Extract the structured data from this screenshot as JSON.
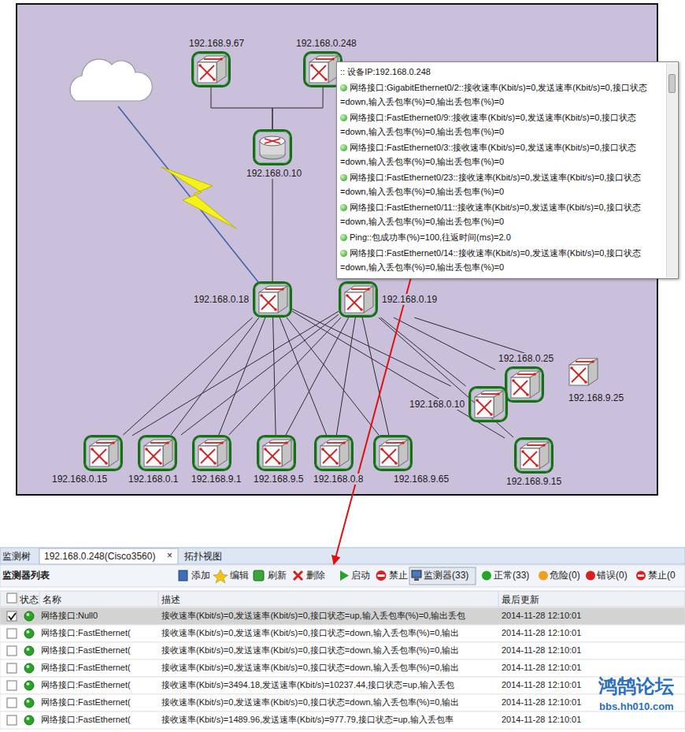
{
  "diagram": {
    "nodes": [
      {
        "text": [
          "192.168.9.67"
        ]
      },
      {
        "text": [
          "192.168.0.248"
        ]
      },
      {
        "text": [
          "192.168.0.10"
        ]
      },
      {
        "text": [
          "192.168.0.18"
        ]
      },
      {
        "text": [
          "192.168.0.19"
        ]
      },
      {
        "text": [
          "192.168.0.25"
        ]
      },
      {
        "text": [
          "192.168.9.25"
        ]
      },
      {
        "text": [
          "192.168.0.10"
        ]
      },
      {
        "text": [
          "192.168.0.15"
        ]
      },
      {
        "text": [
          "192.168.0.1"
        ]
      },
      {
        "text": [
          "192.168.9.1"
        ]
      },
      {
        "text": [
          "192.168.9.5"
        ]
      },
      {
        "text": [
          "192.168.0.8"
        ]
      },
      {
        "text": [
          "192.168.9.65"
        ]
      },
      {
        "text": [
          "192.168.9.15"
        ]
      },
      {
        "text": [
          ":: 设备IP:192.168.0.248",
          "网络接口:GigabitEthernet0/2::接收速率(Kbit/s)=0,发送速率(Kbit/s)=0,接口状态=down,输入丢包率(%)=0,输出丢包率(%)=0",
          "网络接口:FastEthernet0/9::接收速率(Kbit/s)=0,发送速率(Kbit/s)=0,接口状态=down,输入丢包率(%)=0,输出丢包率(%)=0",
          "网络接口:FastEthernet0/3::接收速率(Kbit/s)=0,发送速率(Kbit/s)=0,接口状态=down,输入丢包率(%)=0,输出丢包率(%)=0",
          "网络接口:FastEthernet0/23::接收速率(Kbit/s)=0,发送速率(Kbit/s)=0,接口状态=down,输入丢包率(%)=0,输出丢包率(%)=0",
          "网络接口:FastEthernet0/11::接收速率(Kbit/s)=0,发送速率(Kbit/s)=0,接口状态=down,输入丢包率(%)=0,输出丢包率(%)=0",
          "Ping::包成功率(%)=100,往返时间(ms)=2.0",
          "网络接口:FastEthernet0/14::接收速率(Kbit/s)=0,发送速率(Kbit/s)=0,接口状态=down,输入丢包率(%)=0,输出丢包率(%)=0"
        ]
      }
    ],
    "edges": [
      {
        "from": 0,
        "to": 2,
        "arrow": "none"
      },
      {
        "from": 1,
        "to": 2,
        "arrow": "none"
      },
      {
        "from": 2,
        "to": 3,
        "arrow": "none"
      },
      {
        "from": 3,
        "to": 8,
        "arrow": "none"
      },
      {
        "from": 3,
        "to": 9,
        "arrow": "none"
      },
      {
        "from": 3,
        "to": 10,
        "arrow": "none"
      },
      {
        "from": 3,
        "to": 11,
        "arrow": "none"
      },
      {
        "from": 3,
        "to": 12,
        "arrow": "none"
      },
      {
        "from": 3,
        "to": 13,
        "arrow": "none"
      },
      {
        "from": 3,
        "to": 14,
        "arrow": "none"
      },
      {
        "from": 3,
        "to": 7,
        "arrow": "none"
      },
      {
        "from": 4,
        "to": 8,
        "arrow": "none"
      },
      {
        "from": 4,
        "to": 9,
        "arrow": "none"
      },
      {
        "from": 4,
        "to": 10,
        "arrow": "none"
      },
      {
        "from": 4,
        "to": 11,
        "arrow": "none"
      },
      {
        "from": 4,
        "to": 12,
        "arrow": "none"
      },
      {
        "from": 4,
        "to": 13,
        "arrow": "none"
      },
      {
        "from": 4,
        "to": 14,
        "arrow": "none"
      },
      {
        "from": 4,
        "to": 7,
        "arrow": "none"
      },
      {
        "from": 4,
        "to": 5,
        "arrow": "none"
      },
      {
        "from": 4,
        "to": 6,
        "arrow": "none"
      }
    ],
    "labels": [
      "监测树",
      "192.168.0.248(Cisco3560)",
      "×",
      "拓扑视图",
      "监测器列表",
      "添加",
      "编辑",
      "刷新",
      "删除",
      "启动",
      "禁止",
      "监测器(33)",
      "正常(33)",
      "危险(0)",
      "错误(0)",
      "禁止(0",
      "状态",
      "名称",
      "描述",
      "最后更新",
      "网络接口:Null0",
      "接收速率(Kbit/s)=0,发送速率(Kbit/s)=0,接口状态=up,输入丢包率(%)=0,输出丢包",
      "2014-11-28 12:10:01",
      "网络接口:FastEthernet(",
      "接收速率(Kbit/s)=0,发送速率(Kbit/s)=0,接口状态=down,输入丢包率(%)=0,输出",
      "2014-11-28 12:10:01",
      "网络接口:FastEthernet(",
      "接收速率(Kbit/s)=0,发送速率(Kbit/s)=0,接口状态=down,输入丢包率(%)=0,输出",
      "2014-11-28 12:10:01",
      "网络接口:FastEthernet(",
      "接收速率(Kbit/s)=0,发送速率(Kbit/s)=0,接口状态=down,输入丢包率(%)=0,输出",
      "2014-11-28 12:10:01",
      "网络接口:FastEthernet(",
      "接收速率(Kbit/s)=3494.18,发送速率(Kbit/s)=10237.44,接口状态=up,输入丢包",
      "2014-11-28 12:10:01",
      "网络接口:FastEthernet(",
      "接收速率(Kbit/s)=0,发送速率(Kbit/s)=0,接口状态=down,输入丢包率(%)=0,输出",
      "2014-11-28 12:10:01",
      "网络接口:FastEthernet(",
      "接收速率(Kbit/s)=1489.96,发送速率(Kbit/s)=977.79,接口状态=up,输入丢包率",
      "2014-11-28 12:10:01",
      "鸿鹄论坛",
      "bbs.hh010.com"
    ]
  }
}
